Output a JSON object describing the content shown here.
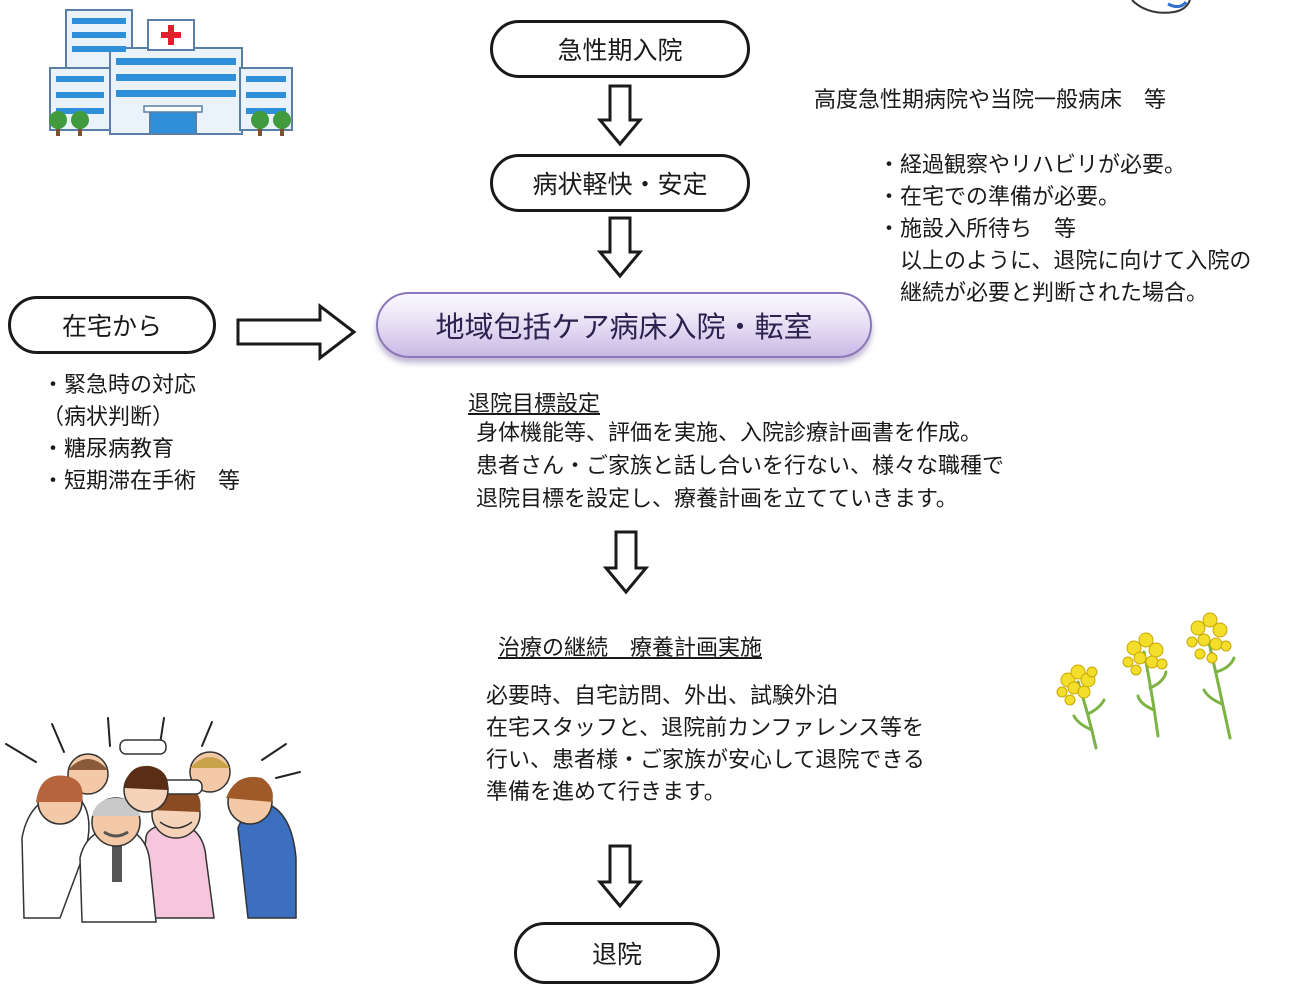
{
  "flow": {
    "acute_admission": "急性期入院",
    "stabilized": "病状軽快・安定",
    "community_care_admission": "地域包括ケア病床入院・転室",
    "from_home": "在宅から",
    "discharge": "退院"
  },
  "right_notes": {
    "hospitals": "高度急性期病院や当院一般病床　等",
    "bullets": [
      "・経過観察やリハビリが必要。",
      "・在宅での準備が必要。",
      "・施設入所待ち　等"
    ],
    "summary_lines": [
      "以上のように、退院に向けて入院の",
      "継続が必要と判断された場合。"
    ]
  },
  "left_notes": {
    "lines": [
      "・緊急時の対応",
      "（病状判断）",
      "・糖尿病教育",
      "・短期滞在手術　等"
    ]
  },
  "goal_section": {
    "heading": "退院目標設定",
    "lines": [
      "身体機能等、評価を実施、入院診療計画書を作成。",
      "患者さん・ご家族と話し合いを行ない、様々な職種で",
      "退院目標を設定し、療養計画を立てていきます。"
    ]
  },
  "treatment_section": {
    "heading": "治療の継続　療養計画実施",
    "lines": [
      "必要時、自宅訪問、外出、試験外泊",
      "在宅スタッフと、退院前カンファレンス等を",
      "行い、患者様・ご家族が安心して退院できる",
      "準備を進めて行きます。"
    ]
  },
  "icons": {
    "hospital": "hospital-building-illustration",
    "staff": "medical-staff-group-illustration",
    "flowers": "rapeseed-flowers-illustration",
    "bird": "bird-tail-illustration"
  },
  "colors": {
    "main_pill_light": "#e6def4",
    "main_pill_dark": "#c9b9e4",
    "main_pill_text": "#2b2250",
    "hospital_blue": "#2f8fd8",
    "hospital_cross": "#e0202a",
    "flower_yellow": "#f3de2c",
    "stem_green": "#7cb342"
  }
}
